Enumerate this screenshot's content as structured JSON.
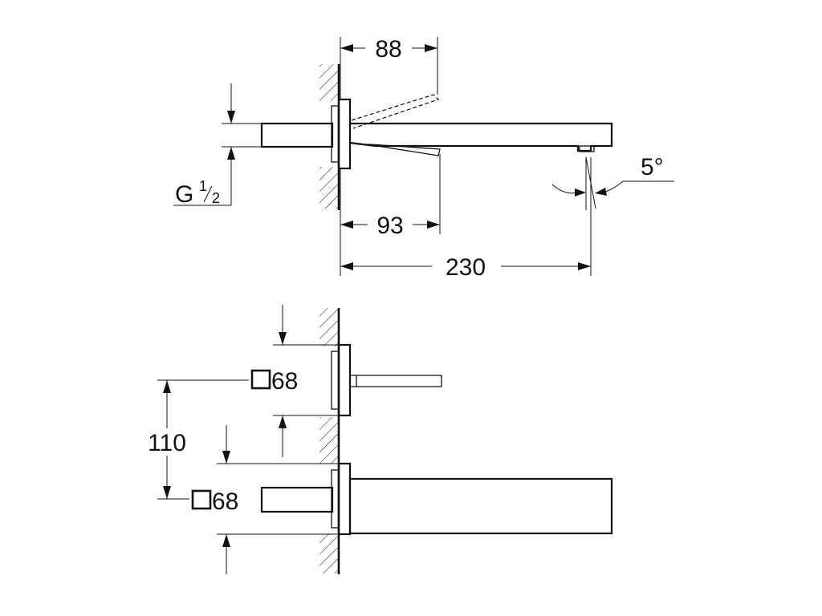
{
  "dimensions": {
    "d88": "88",
    "d93": "93",
    "d230": "230",
    "d110": "110",
    "angle": "5°",
    "sq68_top": "68",
    "sq68_bottom": "68"
  },
  "thread": {
    "main": "G",
    "num": "1",
    "den": "2"
  }
}
